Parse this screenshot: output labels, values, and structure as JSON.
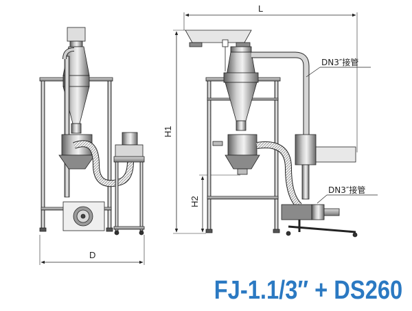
{
  "labels": {
    "dim_l": "L",
    "dim_h1": "H1",
    "dim_h2": "H2",
    "dim_d": "D",
    "callout_top": "DN3″接管",
    "callout_bottom": "DN3″接管"
  },
  "title": "FJ-1.1/3″ + DS260",
  "colors": {
    "title": "#2b79c2",
    "steel_dark": "#6f6f6f",
    "steel_light": "#e4e4e4",
    "line": "#222222"
  }
}
